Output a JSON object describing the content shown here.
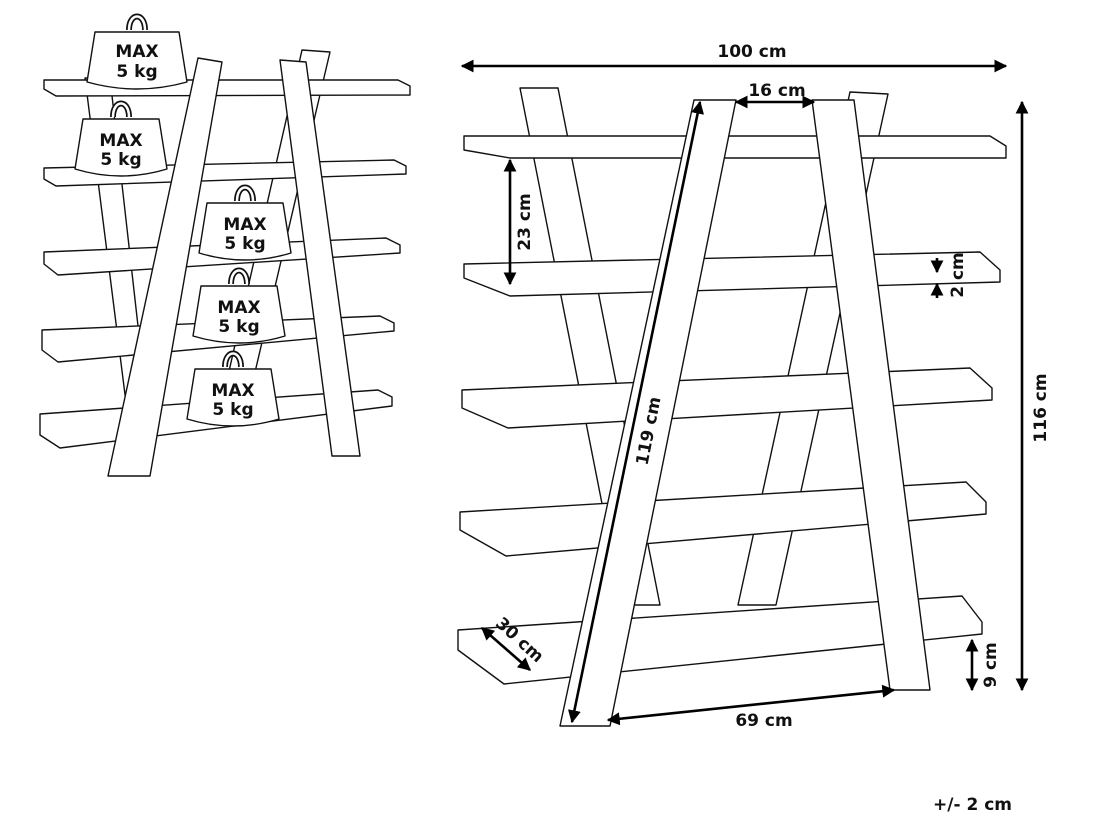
{
  "weight_labels": [
    {
      "max": "MAX",
      "load": "5 kg"
    },
    {
      "max": "MAX",
      "load": "5 kg"
    },
    {
      "max": "MAX",
      "load": "5 kg"
    },
    {
      "max": "MAX",
      "load": "5 kg"
    },
    {
      "max": "MAX",
      "load": "5 kg"
    }
  ],
  "dimensions": {
    "width": "100 cm",
    "top_gap": "16 cm",
    "shelf_spacing": "23 cm",
    "shelf_thickness": "2 cm",
    "height": "116 cm",
    "leg_length": "119 cm",
    "depth": "30 cm",
    "bottom_clearance": "9 cm",
    "base_width": "69 cm"
  },
  "tolerance": "+/- 2 cm",
  "colors": {
    "line": "#111111",
    "fill": "#ffffff"
  }
}
